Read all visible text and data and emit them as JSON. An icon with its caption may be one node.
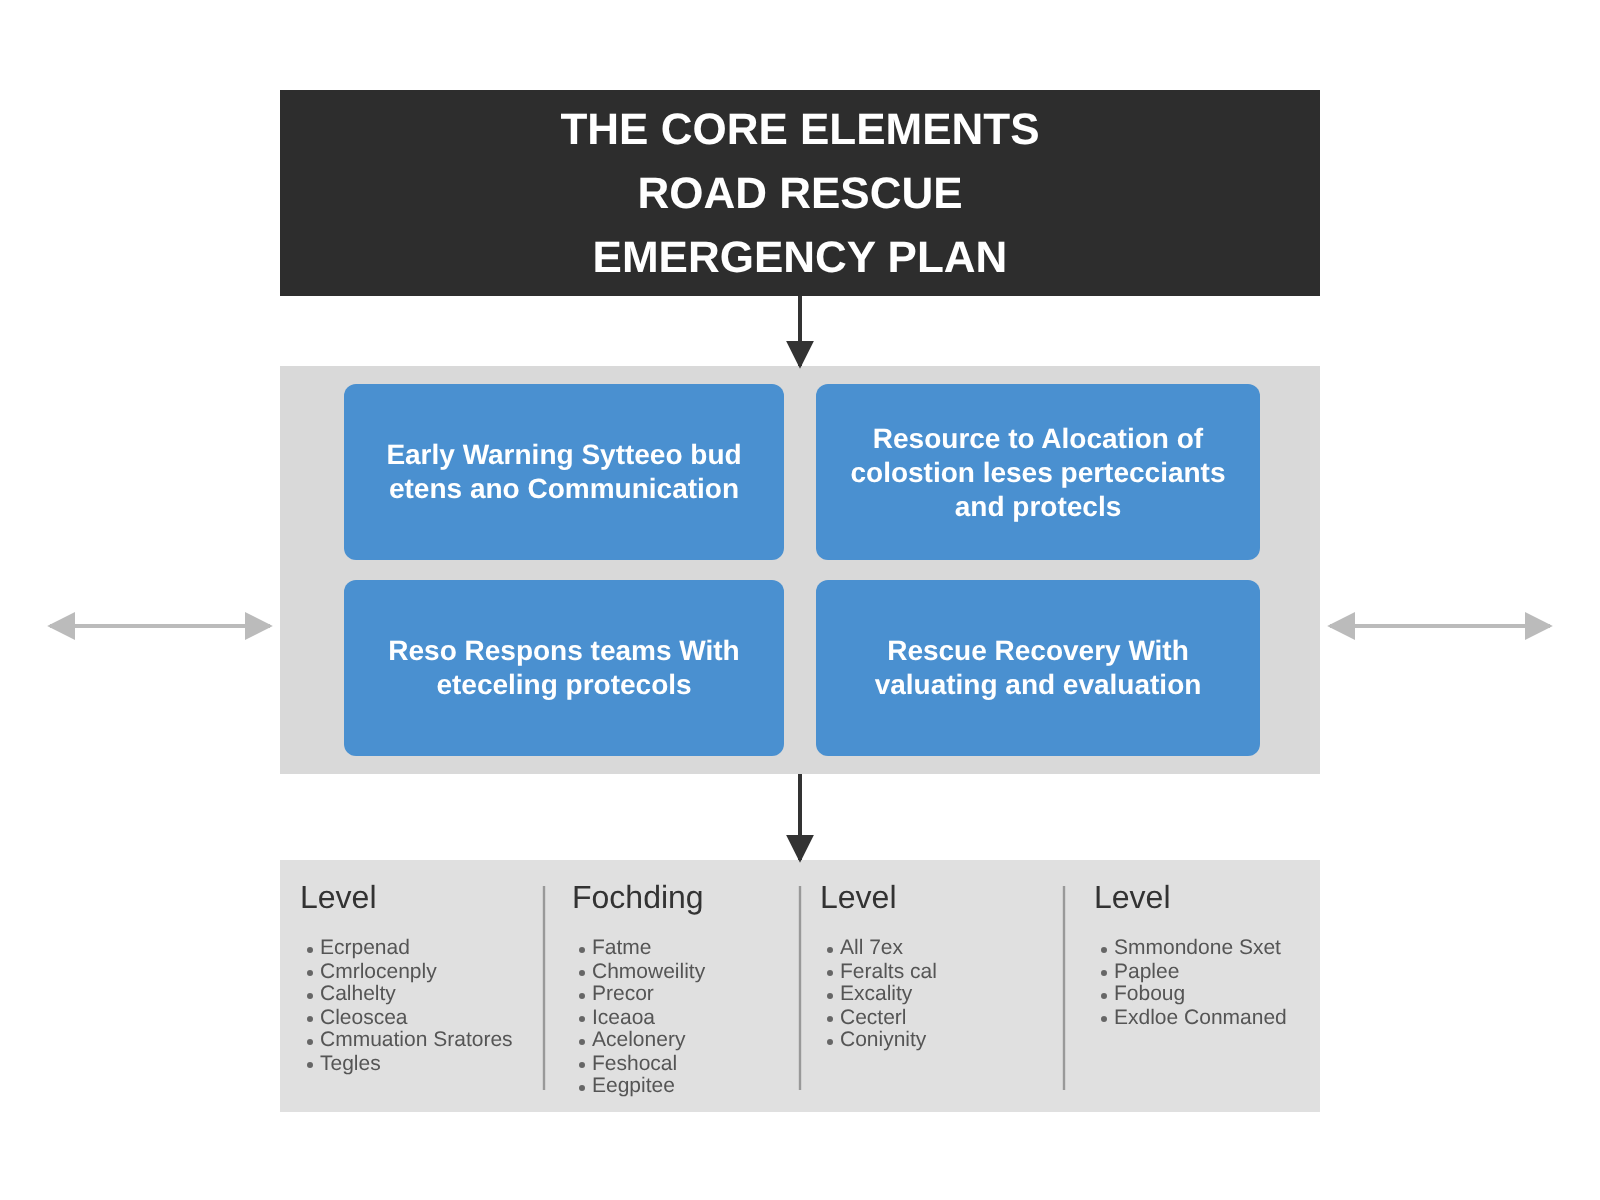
{
  "diagram": {
    "nodes": [
      {
        "text": [
          "THE CORE ELEMENTS ROAD RESCUE EMERGENCY PLAN"
        ]
      },
      {
        "text": [],
        "shape": "box"
      },
      {
        "text": [
          "Early Warning Sytteeo bud etens ano Communication"
        ],
        "in": 1
      },
      {
        "text": [
          "Resource to Alocation of colostion leses pertecciants and protecls"
        ],
        "in": 1
      },
      {
        "text": [
          "Reso Respons teams With eteceling protecols"
        ],
        "in": 1
      },
      {
        "text": [
          "Rescue Recovery With valuating and evaluation"
        ],
        "in": 1
      },
      {
        "text": [],
        "shape": "box"
      }
    ],
    "edges": [
      {
        "from": 0,
        "to": 1,
        "arrow": "to"
      },
      {
        "from": 1,
        "to": 6,
        "arrow": "to"
      },
      {
        "from": null,
        "to": 1,
        "arrow": "both",
        "color": "#bbbbbb"
      },
      {
        "from": 1,
        "to": null,
        "arrow": "both",
        "color": "#bbbbbb"
      }
    ],
    "labels": [
      "Level",
      "Ecrpenad",
      "Cmrlocenply",
      "Calhelty",
      "Cleoscea",
      "Cmmuation Sratores",
      "Tegles",
      "Fochding",
      "Fatme",
      "Chmoweility",
      "Precor",
      "Iceaoa",
      "Acelonery",
      "Feshocal",
      "Eegpitee",
      "Level",
      "All 7ex",
      "Feralts cal",
      "Excality",
      "Cecterl",
      "Coniynity",
      "Level",
      "Smmondone Sxet",
      "Paplee",
      "Foboug",
      "Exdloe Conmaned"
    ]
  }
}
